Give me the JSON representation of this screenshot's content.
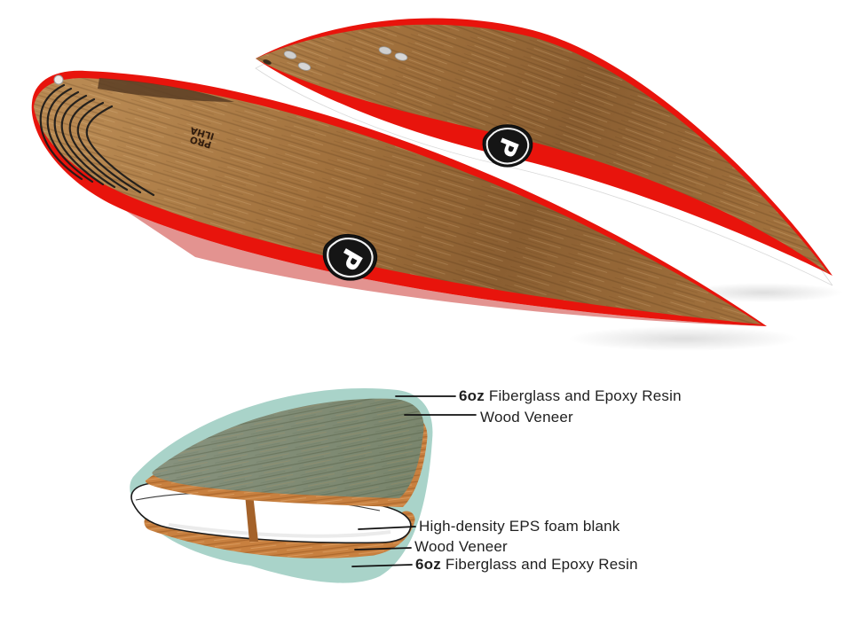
{
  "colors": {
    "wood": "#a1713d",
    "wood-dark": "#8a5e31",
    "wood-light": "#b88952",
    "rail-red": "#e8140c",
    "rail-red-dark": "#c20f09",
    "hull-white": "#ffffff",
    "fiberglass-teal": "#a9d3c9",
    "deck-green": "#87927e",
    "deck-green-dark": "#79856c",
    "veneer-orange": "#c8803f",
    "veneer-orange-dark": "#a96227",
    "foam-white": "#ffffff",
    "stringer-brown": "#a4622a",
    "outline": "#1b1b1b",
    "label-text": "#1f1f1f"
  },
  "brand": {
    "badge_letter": "P",
    "deck_logo_line1": "PRO",
    "deck_logo_line2": "ILHA"
  },
  "diagram": {
    "labels": {
      "top_fiberglass": {
        "bold": "6oz",
        "rest": " Fiberglass and Epoxy Resin"
      },
      "top_veneer": {
        "bold": "",
        "rest": "Wood Veneer"
      },
      "foam": {
        "bold": "",
        "rest": "High-density EPS foam blank"
      },
      "bottom_veneer": {
        "bold": "",
        "rest": "Wood Veneer"
      },
      "bottom_fiberglass": {
        "bold": "6oz",
        "rest": " Fiberglass and Epoxy Resin"
      }
    }
  }
}
